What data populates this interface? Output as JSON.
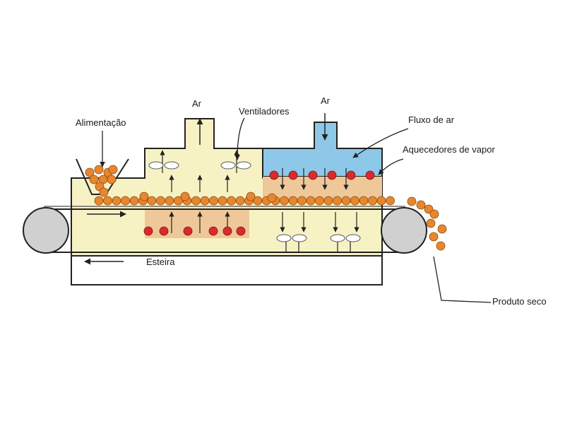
{
  "labels": {
    "feed": "Alimentação",
    "air_out": "Ar",
    "fans": "Ventiladores",
    "air_in": "Ar",
    "airflow": "Fluxo de ar",
    "heaters": "Aquecedores de vapor",
    "belt": "Esteira",
    "product": "Produto seco"
  },
  "colors": {
    "chamber": "#f7f2c4",
    "heated_zone": "#efc89a",
    "air_inlet": "#8ec8e8",
    "product": "#e8862e",
    "heater": "#d92b2b",
    "roller": "#d0d0d0",
    "outline": "#222222"
  }
}
